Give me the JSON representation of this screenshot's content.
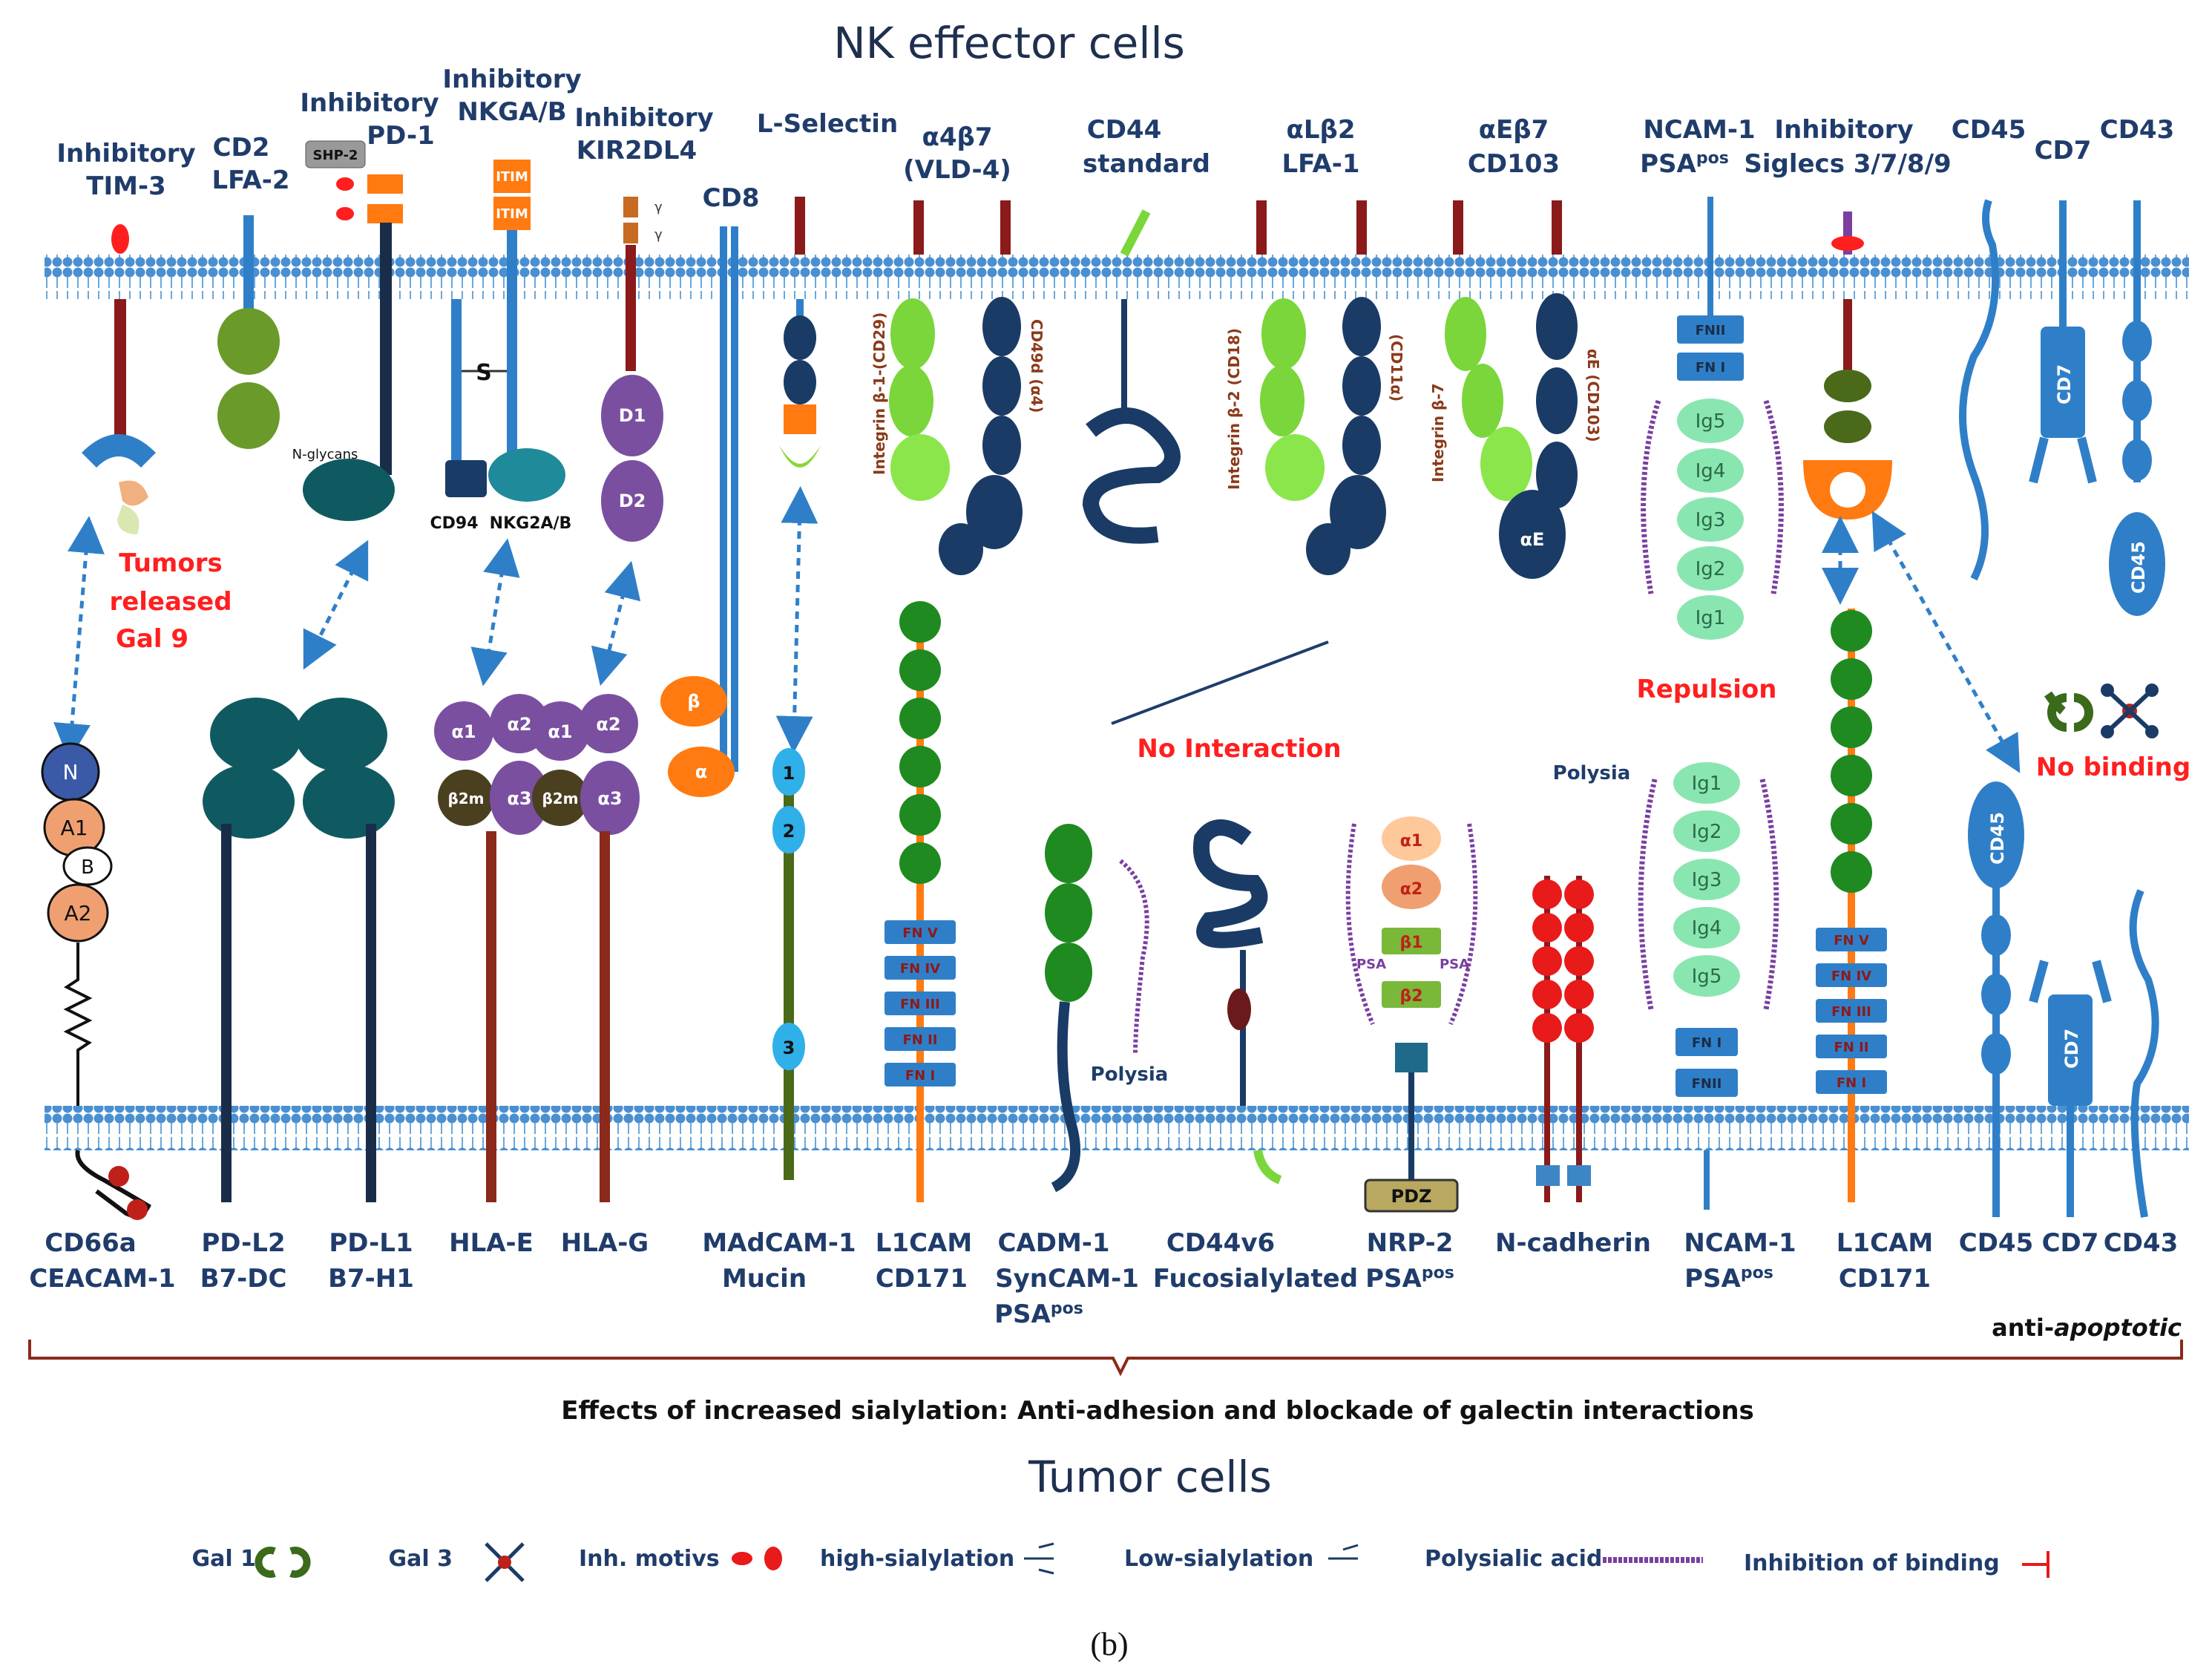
{
  "titles": {
    "top": "NK effector cells",
    "bottom": "Tumor cells",
    "effects": "Effects of increased sialylation:  Anti-adhesion and blockade of galectin interactions",
    "anti": "anti-",
    "apoptotic": "apoptotic",
    "panel": "(b)"
  },
  "nk_labels": {
    "tim3": [
      "Inhibitory",
      "TIM-3"
    ],
    "cd2": [
      "CD2",
      "LFA-2"
    ],
    "pd1": [
      "Inhibitory",
      "PD-1"
    ],
    "nkga": [
      "Inhibitory",
      "NKGA/B"
    ],
    "kir": [
      "Inhibitory",
      "KIR2DL4"
    ],
    "cd8": "CD8",
    "lsel": "L-Selectin",
    "a4b7": [
      "α4β7",
      "(VLD-4)"
    ],
    "cd44": [
      "CD44",
      "standard"
    ],
    "alb2": [
      "αLβ2",
      "LFA-1"
    ],
    "aeb7": [
      "αEβ7",
      "CD103"
    ],
    "ncam": [
      "NCAM-1",
      "PSA",
      "pos"
    ],
    "siglec": [
      "Inhibitory",
      "Siglecs  3/7/8/9"
    ],
    "cd45": "CD45",
    "cd7": "CD7",
    "cd43": "CD43"
  },
  "tumor_labels": {
    "cd66": [
      "CD66a",
      "CEACAM-1"
    ],
    "pdl2": [
      "PD-L2",
      "B7-DC"
    ],
    "pdl1": [
      "PD-L1",
      "B7-H1"
    ],
    "hlae": "HLA-E",
    "hlag": "HLA-G",
    "madcam": [
      "MAdCAM-1",
      "Mucin"
    ],
    "l1cam": [
      "L1CAM",
      "CD171"
    ],
    "cadm": [
      "CADM-1",
      "SynCAM-1",
      "PSA",
      "pos"
    ],
    "cd44v6": [
      "CD44v6",
      "Fucosialylated"
    ],
    "nrp2": [
      "NRP-2",
      "PSA",
      "pos"
    ],
    "ncad": "N-cadherin",
    "ncam": [
      "NCAM-1",
      "PSA",
      "pos"
    ],
    "l1cam2": [
      "L1CAM",
      "CD171"
    ],
    "cd45": "CD45",
    "cd7": "CD7",
    "cd43": "CD43"
  },
  "annotations": {
    "tumors_released": [
      "Tumors",
      "released",
      "Gal 9"
    ],
    "no_interaction": "No Interaction",
    "repulsion": "Repulsion",
    "no_binding": "No binding",
    "polysia1": "Polysia",
    "polysia2": "Polysia",
    "nglycans": "N-glycans",
    "s": "S",
    "cd94": "CD94",
    "nkg2ab": "NKG2A/B",
    "shp2": "SHP-2",
    "itim": "ITIM",
    "gamma": "γ",
    "d1": "D1",
    "d2": "D2",
    "beta": "β",
    "alpha": "α",
    "alphaE": "αE",
    "integrin_b1": "Integrin β-1-(CD29)",
    "cd49d": "CD49d (α4)",
    "integrin_b2": "Integrin β-2 (CD18)",
    "cd11a": "(CD11α)",
    "integrin_b7": "Integrin β-7",
    "ae_cd103": "αE (CD103)",
    "pdz": "PDZ",
    "psa": "PSA",
    "cd7_box": "CD7",
    "cd45_box": "CD45"
  },
  "domains": {
    "cd66": [
      "N",
      "A1",
      "B",
      "A2"
    ],
    "hla": [
      "α1",
      "α2",
      "β2m",
      "α3"
    ],
    "madcam": [
      "1",
      "2",
      "3"
    ],
    "fn": [
      "FN V",
      "FN IV",
      "FN III",
      "FN II",
      "FN I"
    ],
    "ncam_top": [
      "FNII",
      "FN I",
      "Ig5",
      "Ig4",
      "Ig3",
      "Ig2",
      "Ig1"
    ],
    "ncam_bottom": [
      "Ig1",
      "Ig2",
      "Ig3",
      "Ig4",
      "Ig5",
      "FN I",
      "FNII"
    ],
    "nrp": [
      "α1",
      "α2",
      "β1",
      "β2"
    ]
  },
  "legend": {
    "gal1": "Gal 1",
    "gal3": "Gal 3",
    "inh": "Inh. motivs",
    "high": "high-sialylation",
    "low": "Low-sialylation",
    "psa": "Polysialic acid",
    "inhibition": "Inhibition  of binding"
  },
  "colors": {
    "membrane": "#3d86c6",
    "title_text": "#1f3c6b",
    "alert_red": "#ff1f1f",
    "purple": "#7a3fa0",
    "teal": "#0f5a60",
    "olive": "#6a9a2a",
    "green": "#1f8a1f",
    "orange": "#ff7a10",
    "navy": "#1a3b66",
    "dark_red": "#8b1a1a"
  }
}
